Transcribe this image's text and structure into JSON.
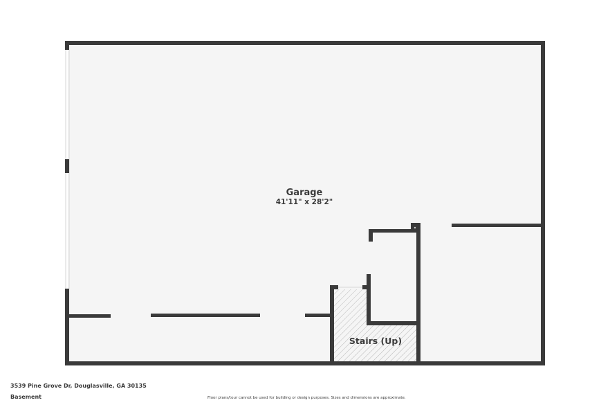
{
  "floorplan": {
    "rooms": [
      {
        "name": "Garage",
        "dimensions": "41'11\" x 28'2\""
      },
      {
        "name": "Stairs (Up)"
      }
    ],
    "colors": {
      "wall": "#3a3a3a",
      "floor": "#f5f5f5",
      "background": "#ffffff",
      "hatch": "#b8b8b8",
      "opening": "#d6d6d6"
    }
  },
  "footer": {
    "address": "3539 Pine Grove Dr, Douglasville, GA 30135",
    "level": "Basement",
    "disclaimer": "Floor plans/tour cannot be used for building or design purposes. Sizes and dimensions are approximate."
  }
}
